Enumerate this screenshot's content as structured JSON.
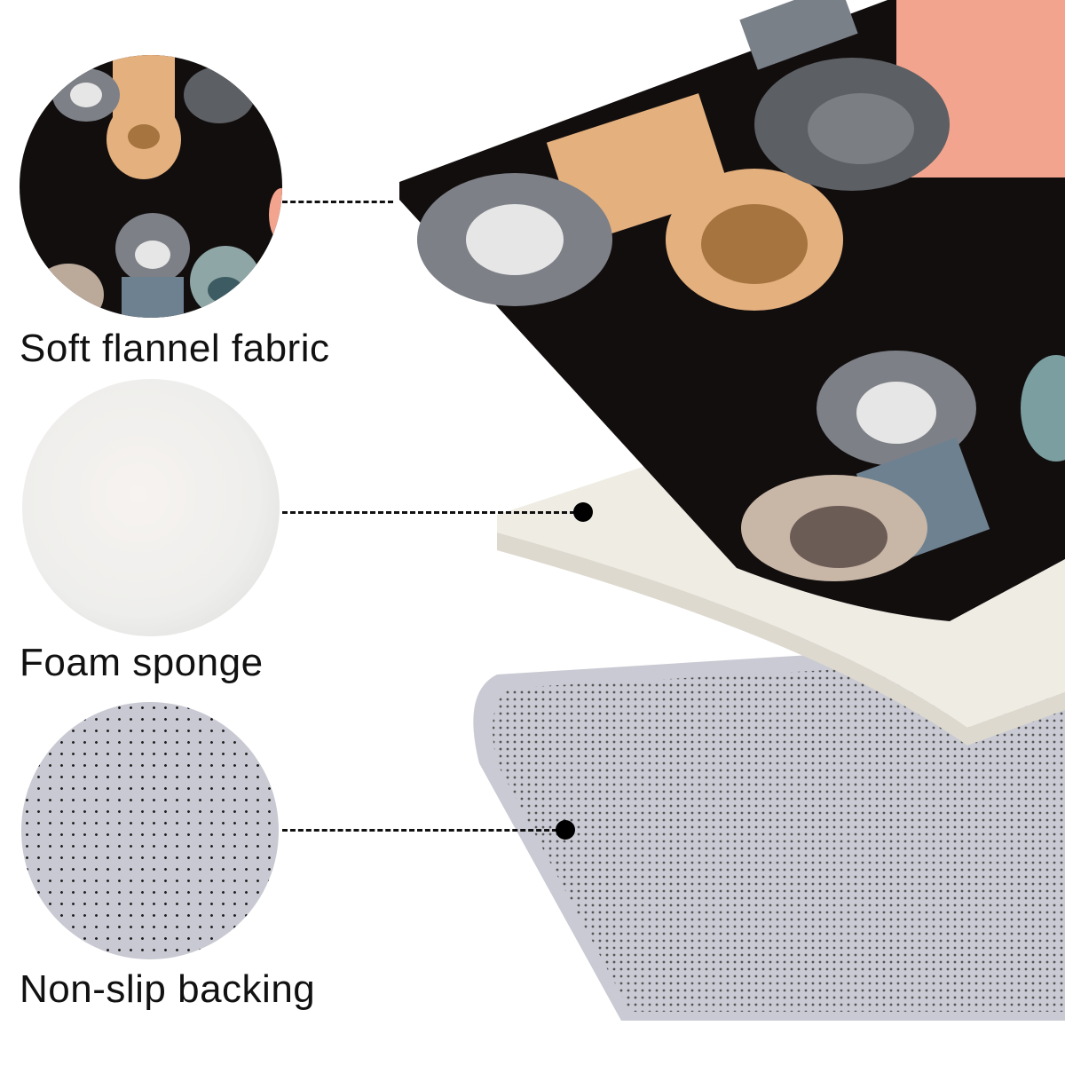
{
  "layers": [
    {
      "label": "Soft flannel fabric",
      "swatch": "paw-print-pattern"
    },
    {
      "label": "Foam sponge",
      "swatch": "white-foam-texture"
    },
    {
      "label": "Non-slip backing",
      "swatch": "grey-dotted-backing"
    }
  ],
  "colors": {
    "background": "#ffffff",
    "flannel": "#120e0e",
    "foam": "#efece4",
    "backing": "#c8c9d2",
    "text": "#111111"
  }
}
